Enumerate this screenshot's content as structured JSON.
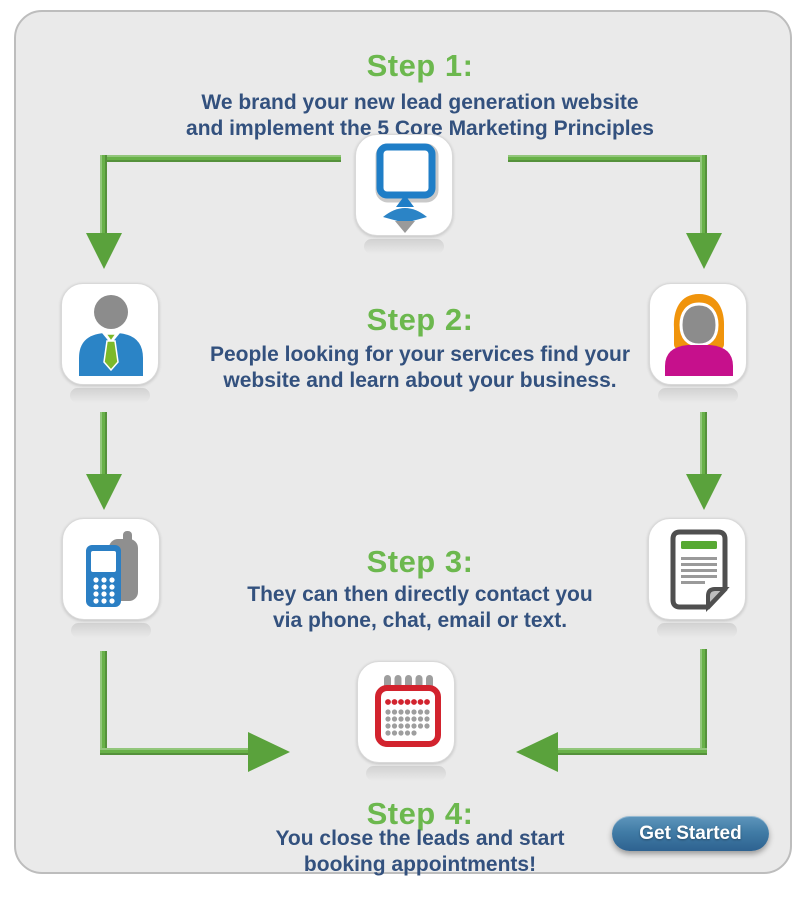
{
  "panel": {
    "background": "#eaeaea",
    "border_color": "#bdbdbd"
  },
  "colors": {
    "step_title_green": "#6cb84e",
    "body_text_navy": "#33517e",
    "arrow_green": "#68b148",
    "button_blue_top": "#5f96bc",
    "button_blue_bottom": "#2e6290",
    "icon_blue": "#2b84c6",
    "icon_magenta": "#c6108c",
    "icon_orange": "#f0940c",
    "icon_red": "#d2232e",
    "icon_green": "#57a933",
    "icon_gray": "#8c8c8c"
  },
  "steps": [
    {
      "title": "Step 1:",
      "lines": [
        "We brand your new lead generation website",
        "and implement the 5 Core Marketing Principles"
      ],
      "icon": "monitor-icon"
    },
    {
      "title": "Step 2:",
      "lines": [
        "People looking for your services find your",
        "website and learn about your business."
      ],
      "icons": [
        "businessman-icon",
        "businesswoman-icon"
      ]
    },
    {
      "title": "Step 3:",
      "lines": [
        "They can then directly contact you",
        "via phone, chat, email or text."
      ],
      "icons": [
        "mobile-phone-icon",
        "document-icon"
      ]
    },
    {
      "title": "Step 4:",
      "lines": [
        "You close the leads and start",
        "booking appointments!"
      ],
      "icon": "calendar-icon"
    }
  ],
  "button": {
    "label": "Get Started"
  }
}
